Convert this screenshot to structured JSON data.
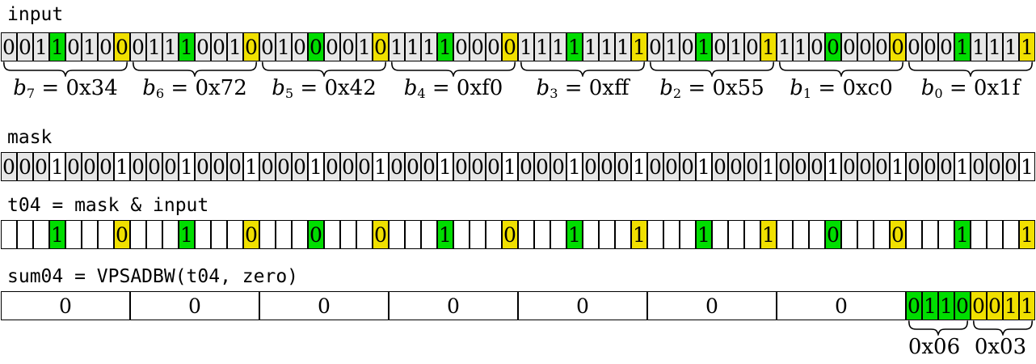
{
  "colors": {
    "cell_gray": "#e7e7e7",
    "cell_white": "#ffffff",
    "highlight_green": "#00dd00",
    "highlight_yellow": "#f0e000",
    "border": "#000000"
  },
  "rows": {
    "input": {
      "label": "input",
      "bits": "0011010001110010010000101111000011111111010101011100000000011111"
    },
    "mask": {
      "label": "mask",
      "bits": "0001000100010001000100010001000100010001000100010001000100010001"
    },
    "t04": {
      "label": "t04 = mask & input",
      "bits": "...1...0...1...0...0...0...1...0...1...1...1...1...0...0...1...1"
    }
  },
  "byte_labels": [
    {
      "base": "b",
      "sub": "7",
      "value": "0x34"
    },
    {
      "base": "b",
      "sub": "6",
      "value": "0x72"
    },
    {
      "base": "b",
      "sub": "5",
      "value": "0x42"
    },
    {
      "base": "b",
      "sub": "4",
      "value": "0xf0"
    },
    {
      "base": "b",
      "sub": "3",
      "value": "0xff"
    },
    {
      "base": "b",
      "sub": "2",
      "value": "0x55"
    },
    {
      "base": "b",
      "sub": "1",
      "value": "0xc0"
    },
    {
      "base": "b",
      "sub": "0",
      "value": "0x1f"
    }
  ],
  "sum": {
    "label": "sum04 = VPSADBW(t04, zero)",
    "word_values": [
      "0",
      "0",
      "0",
      "0",
      "0",
      "0",
      "0"
    ],
    "tail_bits": "01100011",
    "tail_groups": [
      {
        "bits": "0110",
        "color": "green",
        "label": "0x06"
      },
      {
        "bits": "0011",
        "color": "yellow",
        "label": "0x03"
      }
    ]
  }
}
